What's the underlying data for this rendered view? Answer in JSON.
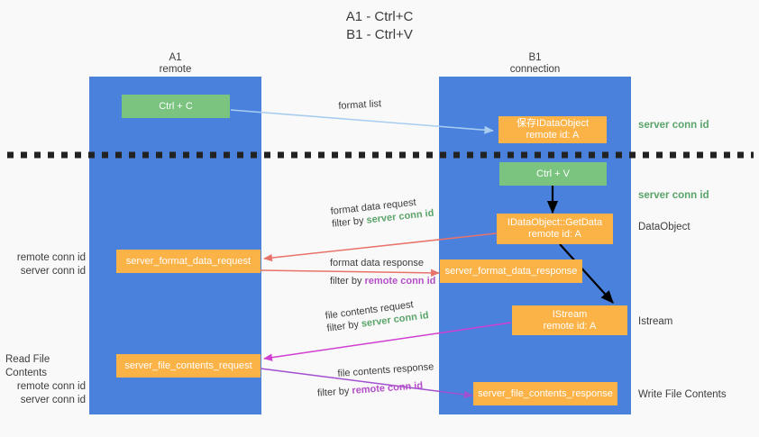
{
  "title": {
    "line1": "A1 - Ctrl+C",
    "line2": "B1 - Ctrl+V"
  },
  "colors": {
    "lane": "#4a81dc",
    "green_box": "#7ac47f",
    "orange_box": "#fbb247",
    "green_text": "#5aa469",
    "purple_text": "#b44fc8",
    "arrow_blue": "#a8cdf0",
    "arrow_red": "#e8736a",
    "arrow_magenta": "#d13fd1",
    "arrow_purple": "#a24fd0",
    "arrow_black": "#000000",
    "background": "#f9f9f9"
  },
  "lanes": [
    {
      "id": "a1",
      "title": "A1",
      "subtitle": "remote"
    },
    {
      "id": "b1",
      "title": "B1",
      "subtitle": "connection"
    }
  ],
  "boxes": {
    "ctrl_c": {
      "label": "Ctrl + C"
    },
    "ctrl_v": {
      "label": "Ctrl + V"
    },
    "save_idataobject": {
      "line1": "保存IDataObject",
      "line2": "remote id: A"
    },
    "getdata": {
      "line1": "IDataObject::GetData",
      "line2": "remote id: A"
    },
    "istream": {
      "line1": "IStream",
      "line2": "remote id: A"
    },
    "server_format_data_request": {
      "label": "server_format_data_request"
    },
    "server_format_data_response": {
      "label": "server_format_data_response"
    },
    "server_file_contents_request": {
      "label": "server_file_contents_request"
    },
    "server_file_contents_response": {
      "label": "server_file_contents_response"
    }
  },
  "right_labels": [
    {
      "id": "server-conn-id-1",
      "text": "server conn id",
      "style": "green"
    },
    {
      "id": "server-conn-id-2",
      "text": "server conn id",
      "style": "green"
    },
    {
      "id": "dataobject",
      "text": "DataObject",
      "style": "dark"
    },
    {
      "id": "istream",
      "text": "Istream",
      "style": "dark"
    },
    {
      "id": "write-file-contents",
      "text": "Write File Contents",
      "style": "dark"
    }
  ],
  "left_labels": {
    "group1": {
      "remote": "remote conn id",
      "server": "server conn id"
    },
    "group2": {
      "heading": "Read File Contents",
      "remote": "remote conn id",
      "server": "server conn id"
    }
  },
  "arrow_labels": {
    "format_list": "format list",
    "format_data_request": "format data request",
    "format_data_request_filter_pre": "filter by ",
    "format_data_request_filter_key": "server conn id",
    "format_data_response": "format data response",
    "format_data_response_filter_pre": "filter by ",
    "format_data_response_filter_key": "remote conn id",
    "file_contents_request": "file contents request",
    "file_contents_request_filter_pre": "filter by ",
    "file_contents_request_filter_key": "server conn id",
    "file_contents_response": "file contents response",
    "file_contents_response_filter_pre": "filter by ",
    "file_contents_response_filter_key": "remote conn id"
  }
}
